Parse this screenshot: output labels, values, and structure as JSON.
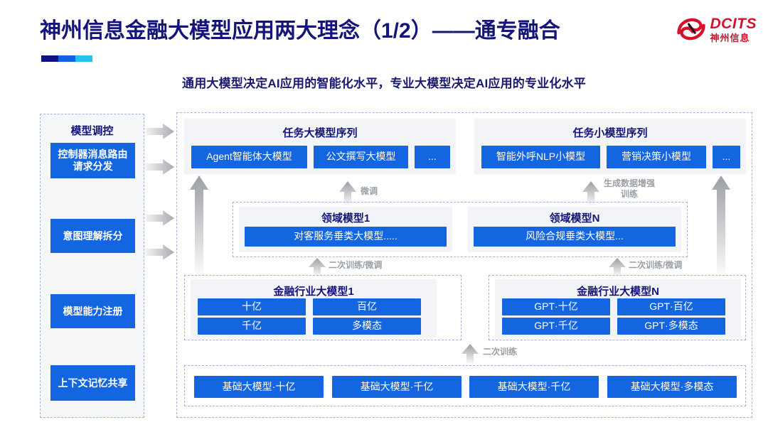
{
  "header": {
    "title": "神州信息金融大模型应用两大理念（1/2）——通专融合",
    "subtitle": "通用大模型决定AI应用的智能化水平，专业大模型决定AI应用的专业化水平",
    "logo_en": "DCITS",
    "logo_cn": "神州信息"
  },
  "sidebar": {
    "title": "模型调控",
    "items": [
      {
        "label": "控制器消息路由请求分发"
      },
      {
        "label": "意图理解拆分"
      },
      {
        "label": "模型能力注册"
      },
      {
        "label": "上下文记忆共享"
      }
    ]
  },
  "task_large": {
    "title": "任务大模型序列",
    "boxes": [
      "Agent智能体大模型",
      "公文撰写大模型",
      "..."
    ]
  },
  "task_small": {
    "title": "任务小模型序列",
    "boxes": [
      "智能外呼NLP小模型",
      "营销决策小模型",
      "..."
    ]
  },
  "domain": {
    "groups": [
      {
        "title": "领域模型1",
        "box": "对客服务垂类大模型....."
      },
      {
        "title": "领域模型N",
        "box": "风险合规垂类大模型..."
      }
    ]
  },
  "industry": {
    "groups": [
      {
        "title": "金融行业大模型1",
        "boxes": [
          "十亿",
          "百亿",
          "千亿",
          "多模态"
        ]
      },
      {
        "title": "金融行业大模型N",
        "boxes": [
          "GPT·十亿",
          "GPT·百亿",
          "GPT·千亿",
          "GPT·多模态"
        ]
      }
    ]
  },
  "foundation": {
    "boxes": [
      "基础大模型·十亿",
      "基础大模型·千亿",
      "基础大模型·千亿",
      "基础大模型·多模态"
    ]
  },
  "arrow_labels": {
    "fine_tune": "微调",
    "data_aug": "生成数据增强\n训练",
    "retrain_finetune_left": "二次训练/微调",
    "retrain_finetune_right": "二次训练/微调",
    "retrain": "二次训练"
  },
  "colors": {
    "brand_blue": "#1465e0",
    "title_navy": "#14147a",
    "logo_red": "#d5112b",
    "arrow_grey": "#b9bcc0"
  }
}
